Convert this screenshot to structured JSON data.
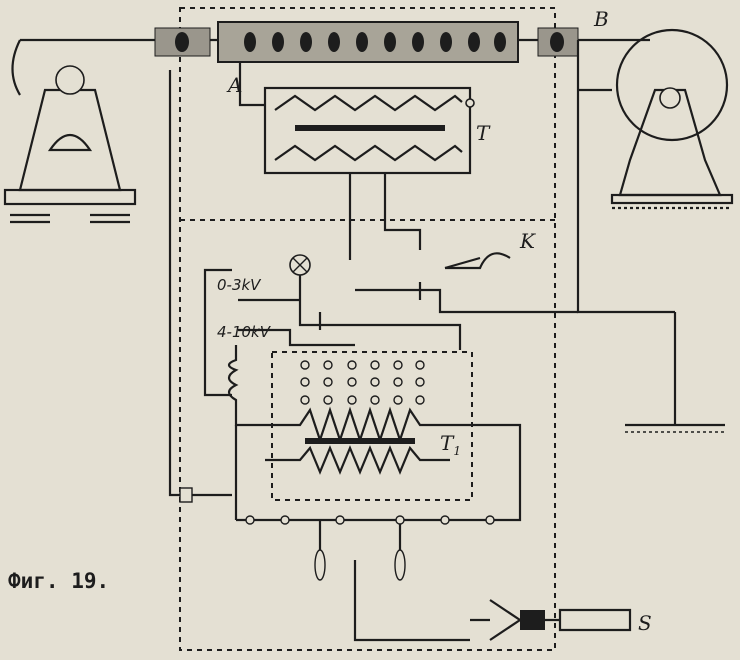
{
  "figure": {
    "caption": "Фиг. 19.",
    "labels": {
      "a": "A",
      "b": "B",
      "t": "T",
      "k": "K",
      "range_low": "0-3kV",
      "range_high": "4-10kV",
      "t1": "T",
      "t1_sub": "1",
      "s": "S"
    }
  }
}
